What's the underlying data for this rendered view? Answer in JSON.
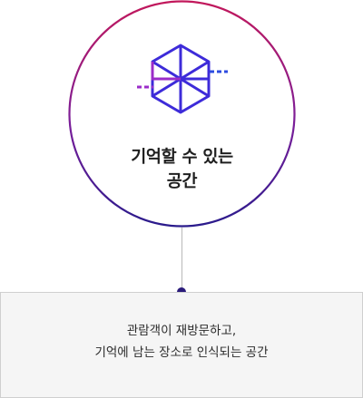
{
  "circle": {
    "icon": "hexagon-cube-icon",
    "title_line1": "기억할 수 있는",
    "title_line2": "공간",
    "gradient_start": "#c2185b",
    "gradient_end": "#2a1b8c"
  },
  "description": {
    "line1": "관람객이 재방문하고,",
    "line2": "기억에 남는 장소로 인식되는 공간"
  },
  "colors": {
    "icon_primary": "#3d2bd9",
    "icon_accent": "#9b2cc9",
    "icon_dash": "#2d4be0",
    "dot": "#2a1b7a",
    "box_bg": "#f5f5f5",
    "box_border": "#cfcfcf"
  }
}
